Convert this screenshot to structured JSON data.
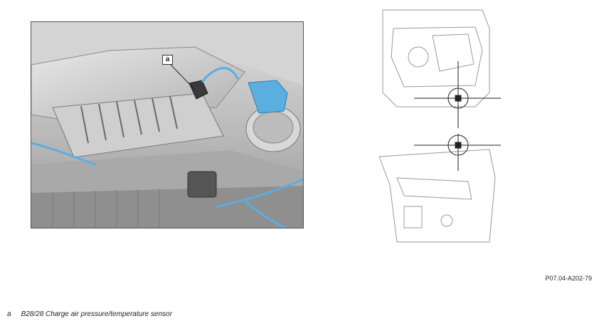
{
  "figure_code": "P07.04-A202-79",
  "callout": {
    "letter": "a"
  },
  "legend": [
    {
      "key": "a",
      "text": "B28/28 Charge air pressure/temperature sensor"
    }
  ],
  "colors": {
    "highlight": "#5aaee0",
    "line": "#333333",
    "photo_gray": "#bdbdbd"
  }
}
